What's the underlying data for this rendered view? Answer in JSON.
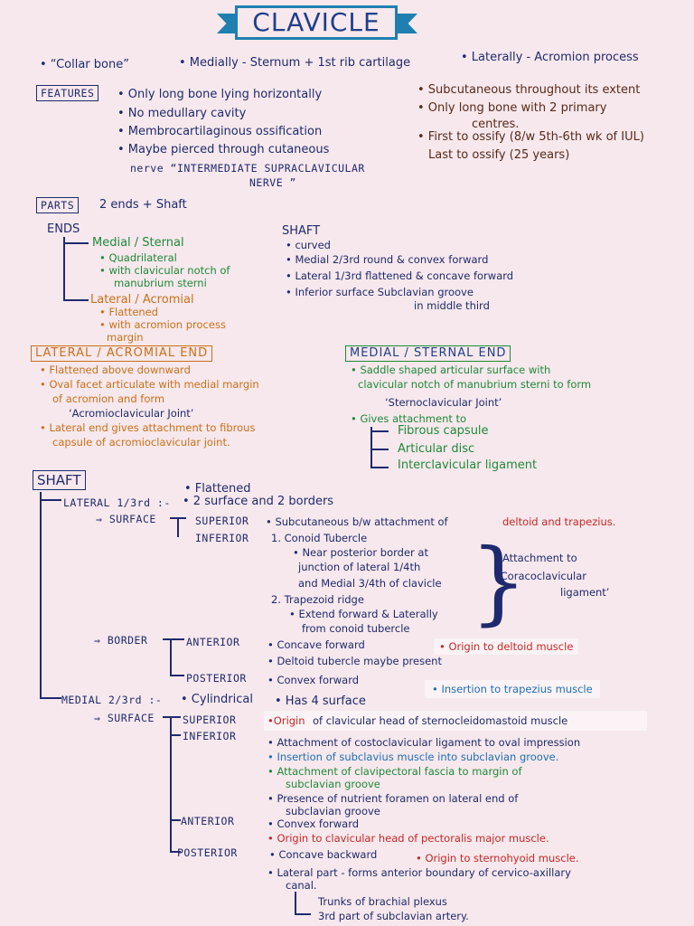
{
  "title": "CLAVICLE",
  "intro": {
    "collar": "• “Collar bone”",
    "medially": "• Medially - Sternum + 1st rib cartilage",
    "laterally": "• Laterally - Acromion process"
  },
  "features": {
    "label": "FEATURES",
    "left": [
      "• Only long bone lying horizontally",
      "• No medullary cavity",
      "• Membrocartilaginous ossification",
      "• Maybe pierced through cutaneous",
      "nerve “INTERMEDIATE SUPRACLAVICULAR",
      "NERVE ”"
    ],
    "right": [
      "• Subcutaneous throughout its extent",
      "• Only long bone with 2 primary",
      "centres.",
      "• First to ossify (8/w 5th-6th wk of IUL)",
      "Last to ossify (25 years)"
    ]
  },
  "parts": {
    "label": "PARTS",
    "text": "2 ends + Shaft",
    "ends_label": "ENDS",
    "medial": "Medial / Sternal",
    "medial_items": [
      "• Quadrilateral",
      "• with clavicular notch of",
      "manubrium sterni"
    ],
    "lateral": "Lateral / Acromial",
    "lateral_items": [
      "• Flattened",
      "• with acromion process",
      "margin"
    ],
    "shaft_label": "SHAFT",
    "shaft_items": [
      "• curved",
      "• Medial 2/3rd round & convex forward",
      "• Lateral 1/3rd flattened & concave forward",
      "• Inferior surface Subclavian groove",
      "in middle third"
    ]
  },
  "lateral_end": {
    "heading": "LATERAL / ACROMIAL END",
    "lines": [
      "• Flattened above downward",
      "• Oval facet articulate with medial margin",
      "of acromion and form",
      "‘Acromioclavicular Joint’",
      "• Lateral end gives attachment to fibrous",
      "capsule of acromioclavicular joint."
    ]
  },
  "medial_end": {
    "heading": "MEDIAL / STERNAL END",
    "lines": [
      "• Saddle shaped articular surface with",
      "clavicular notch of manubrium sterni to form",
      "‘Sternoclavicular Joint’",
      "• Gives attachment to"
    ],
    "attachments": [
      "Fibrous capsule",
      "Articular disc",
      "Interclavicular ligament"
    ]
  },
  "shaft": {
    "heading": "SHAFT",
    "lateral": {
      "label": "LATERAL 1/3rd :-",
      "flattened": "• Flattened",
      "surfaces": "• 2 surface and 2 borders",
      "surface_label": "⇒ SURFACE",
      "superior": "SUPERIOR",
      "inferior": "INFERIOR",
      "superior_text_a": "• Subcutaneous b/w attachment of",
      "superior_text_b": "deltoid and trapezius.",
      "inferior_lines": [
        "1. Conoid Tubercle",
        "• Near posterior border at",
        "junction of lateral 1/4th",
        "and Medial 3/4th of clavicle",
        "2. Trapezoid ridge",
        "• Extend forward & Laterally",
        "from conoid tubercle"
      ],
      "attachment_note": [
        "Attachment to",
        "‘Coracoclavicular",
        "ligament’"
      ],
      "border_label": "⇒ BORDER",
      "anterior": "ANTERIOR",
      "posterior": "POSTERIOR",
      "anterior_text": "• Concave forward",
      "anterior_origin": "• Origin to deltoid muscle",
      "deltoid_tubercle": "• Deltoid tubercle maybe present",
      "posterior_text": "• Convex forward",
      "posterior_insertion": "• Insertion to trapezius muscle"
    },
    "medial": {
      "label": "MEDIAL 2/3rd :-",
      "cyl": "• Cylindrical",
      "four": "• Has 4 surface",
      "surface_label": "⇒ SURFACE",
      "superior": "SUPERIOR",
      "inferior": "INFERIOR",
      "anterior": "ANTERIOR",
      "posterior": "POSTERIOR",
      "superior_a": "•Origin",
      "superior_b": "of clavicular head of sternocleidomastoid muscle",
      "inferior_lines": [
        "• Attachment of costoclavicular ligament to oval impression",
        "• Insertion of subclavius muscle into subclavian groove.",
        "• Attachment of clavipectoral fascia to margin of",
        "subclavian groove",
        "• Presence of nutrient foramen on lateral end of",
        "subclavian groove"
      ],
      "anterior_lines": [
        "• Convex forward",
        "• Origin to clavicular head of pectoralis major muscle."
      ],
      "posterior_a": "• Concave backward",
      "posterior_b": "• Origin to sternohyoid muscle.",
      "posterior_lines": [
        "• Lateral part - forms anterior boundary of cervico-axillary",
        "canal."
      ],
      "canal_items": [
        "Trunks of brachial plexus",
        "3rd part of subclavian artery."
      ]
    }
  }
}
